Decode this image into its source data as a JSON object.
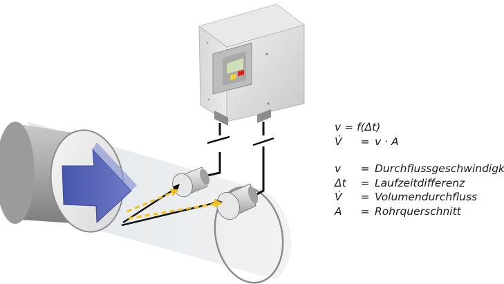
{
  "formulas": {
    "f1": "v = f(Δt)",
    "f2_sym": "V̇",
    "f2_eq": "=",
    "f2_rhs": "v · A"
  },
  "legend": [
    {
      "symbol": "v",
      "eq": "=",
      "text": "Durchflussgeschwindigkeit"
    },
    {
      "symbol": "Δt",
      "eq": "=",
      "text": "Laufzeitdifferenz"
    },
    {
      "symbol": "V̇",
      "eq": "=",
      "text": "Volumendurchfluss"
    },
    {
      "symbol": "A",
      "eq": "=",
      "text": "Rohrquerschnitt"
    }
  ],
  "colors": {
    "arrow_fill": "#5561b8",
    "signal_path": "#f2c21b",
    "display_yellow": "#f3d52a",
    "display_red": "#d9261c"
  },
  "icons": [
    "flow-direction-arrow",
    "transmitter-box",
    "ultrasonic-sensor"
  ]
}
